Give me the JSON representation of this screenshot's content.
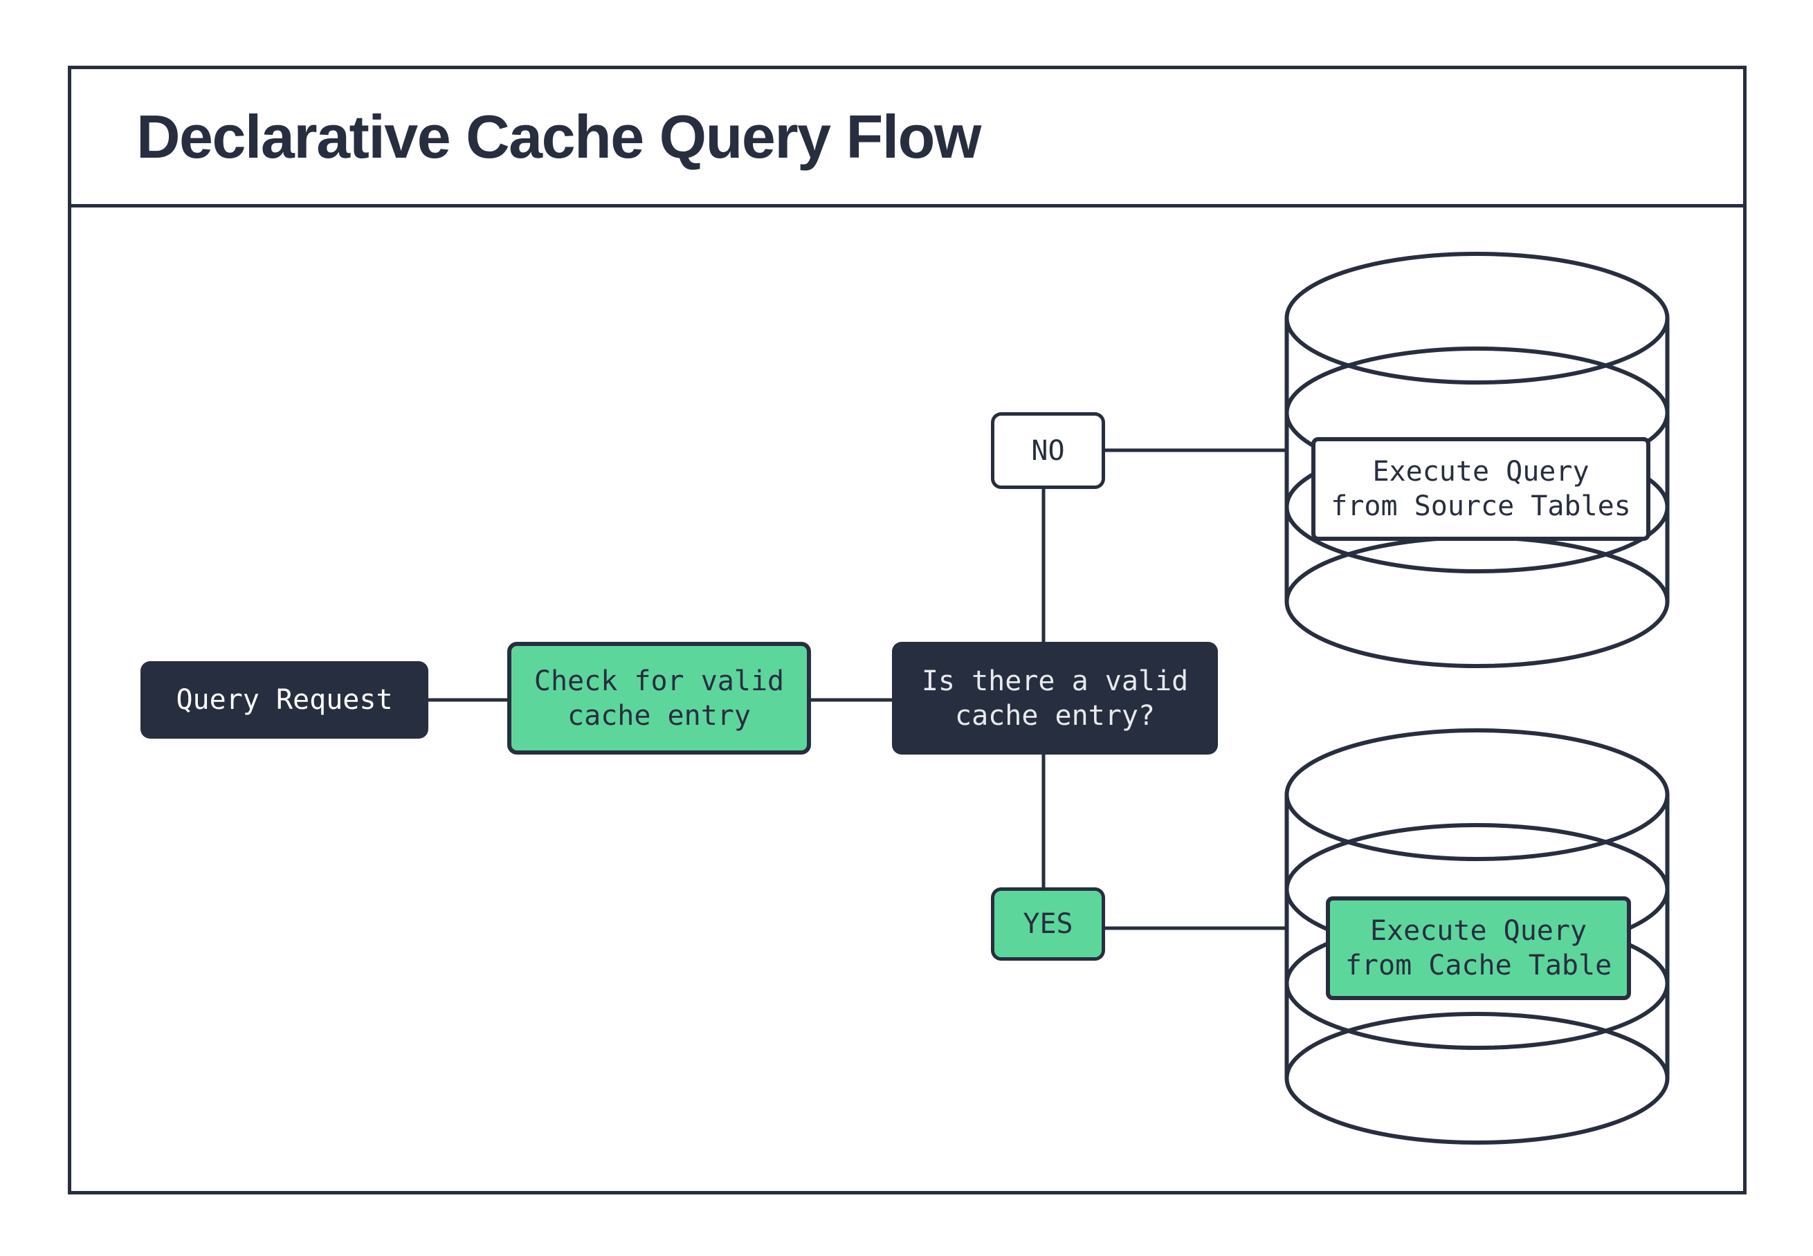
{
  "title": "Declarative Cache Query Flow",
  "colors": {
    "dark_navy": "#272e3f",
    "mint_green": "#5dd69c",
    "canvas": "#ffffff",
    "decision_text": "#e8eaed"
  },
  "nodes": {
    "query_request": {
      "label": "Query Request"
    },
    "check_cache": {
      "label": "Check for valid\ncache entry"
    },
    "decision": {
      "label": "Is there a valid\ncache entry?"
    },
    "no": {
      "label": "NO"
    },
    "yes": {
      "label": "YES"
    },
    "source_db": {
      "label": "Execute Query\nfrom Source Tables"
    },
    "cache_db": {
      "label": "Execute Query\nfrom Cache Table"
    }
  }
}
